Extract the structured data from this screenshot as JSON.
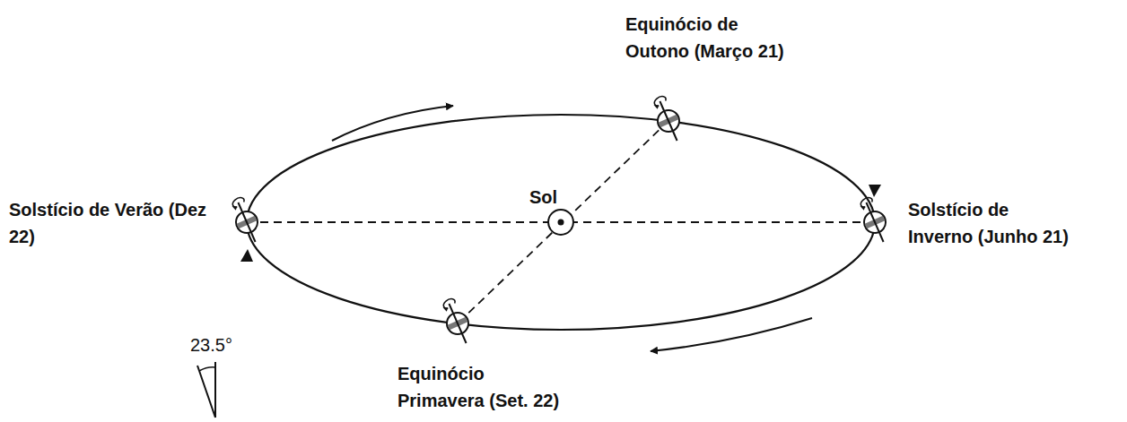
{
  "diagram": {
    "labels": [
      "Equinócio de Outono (Março 21)",
      "Solstício de Verão (Dez 22)",
      "Sol",
      "Solstício de Inverno (Junho 21)",
      "23.5°",
      "Equinócio Primavera (Set. 22)"
    ]
  }
}
